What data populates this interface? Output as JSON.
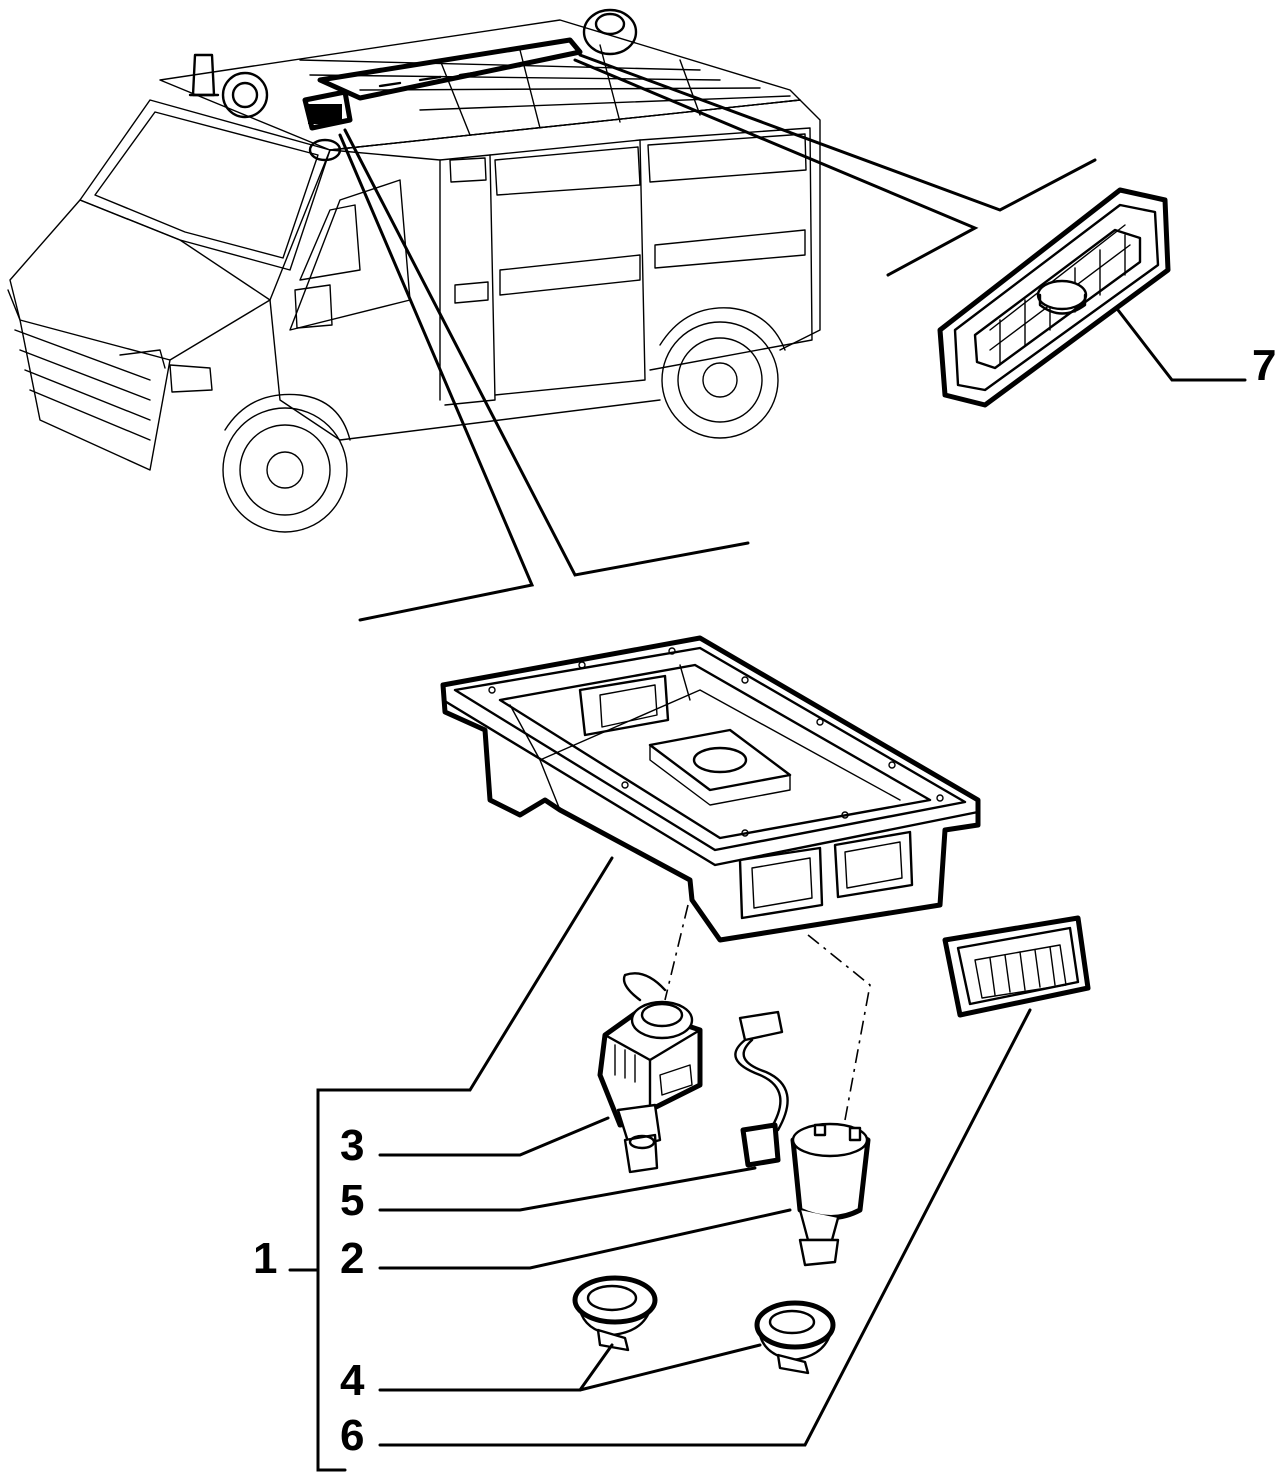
{
  "diagram": {
    "callouts": [
      {
        "id": "7",
        "label": "7"
      },
      {
        "id": "3",
        "label": "3"
      },
      {
        "id": "5",
        "label": "5"
      },
      {
        "id": "1",
        "label": "1"
      },
      {
        "id": "2",
        "label": "2"
      },
      {
        "id": "4",
        "label": "4"
      },
      {
        "id": "6",
        "label": "6"
      }
    ]
  }
}
